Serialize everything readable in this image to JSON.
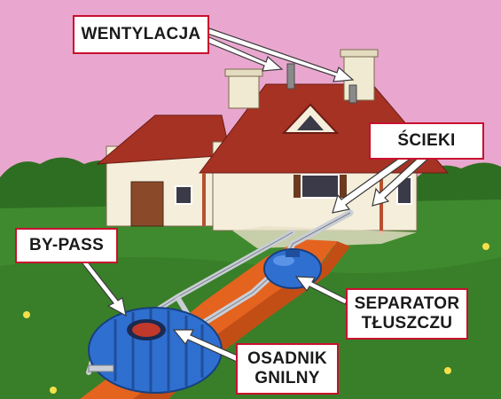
{
  "labels": {
    "wentylacja": "WENTYLACJA",
    "scieki": "ŚCIEKI",
    "bypass": "BY-PASS",
    "separator_line1": "SEPARATOR",
    "separator_line2": "TŁUSZCZU",
    "osadnik_line1": "OSADNIK",
    "osadnik_line2": "GNILNY"
  },
  "colors": {
    "sky": "#e9a7cf",
    "grass": "#3f8a2e",
    "trench": "#e4631f",
    "roof": "#a63224",
    "wall": "#f4eedb",
    "tank": "#2f6fd0",
    "pipe": "#c9ced6",
    "label_border": "#c8102e",
    "arrow_fill": "#ffffff"
  }
}
